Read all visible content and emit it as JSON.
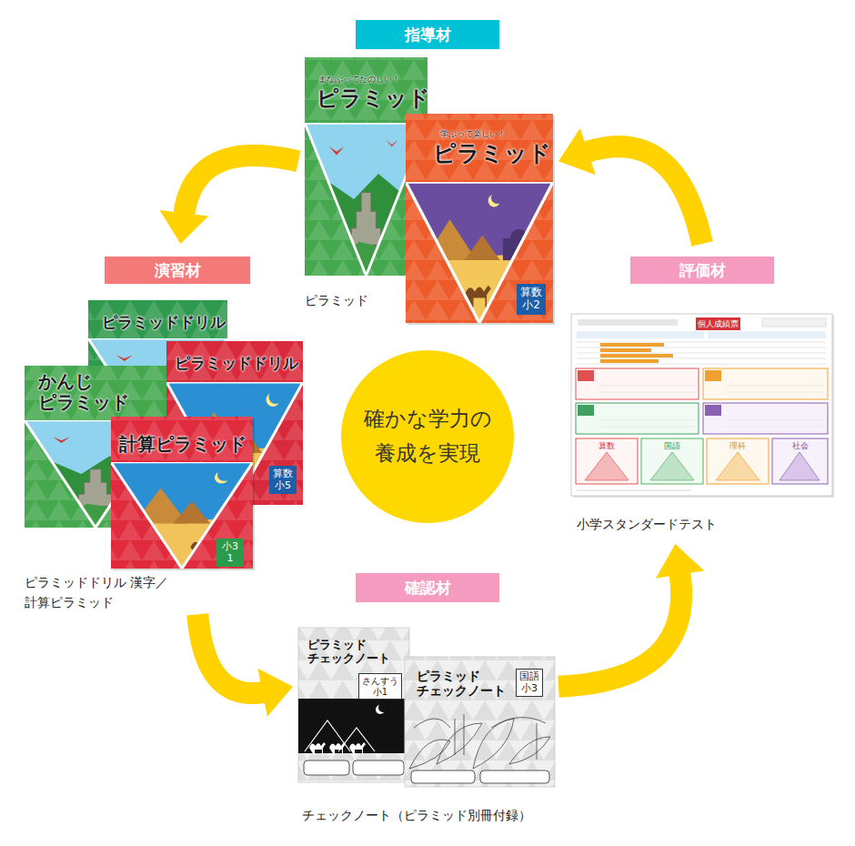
{
  "diagram": {
    "nodes": [
      {
        "text": [
          "指導材",
          "ピラミッド"
        ]
      },
      {
        "text": [
          "演習材",
          "ピラミッドドリル 漢字／計算ピラミッド"
        ]
      },
      {
        "text": [
          "評価材",
          "小学スタンダードテスト"
        ]
      },
      {
        "text": [
          "確かな学力の 養成を実現"
        ]
      },
      {
        "text": [
          "確認材",
          "チェックノート（ピラミッド別冊付録）"
        ]
      }
    ],
    "edges": [
      {
        "from": 0,
        "to": 1,
        "arrow": "to"
      },
      {
        "from": 1,
        "to": 4,
        "arrow": "to"
      },
      {
        "from": 4,
        "to": 2,
        "arrow": "to"
      },
      {
        "from": 2,
        "to": 0,
        "arrow": "to"
      }
    ],
    "labels": [
      "まなぶってたのしい！",
      "ピラミッド",
      "学ぶって楽しい！",
      "ピラミッド",
      "算数 小2",
      "ピラミッドドリル",
      "ピラミッドドリル",
      "かんじ ピラミッド",
      "計算ピラミッド",
      "算数 小5",
      "小3 1",
      "ピラミッド チェックノート",
      "さんすう 小1",
      "ピラミッド チェックノート",
      "国語 小3",
      "個人成績票",
      "算数",
      "国語",
      "理科",
      "社会"
    ]
  }
}
